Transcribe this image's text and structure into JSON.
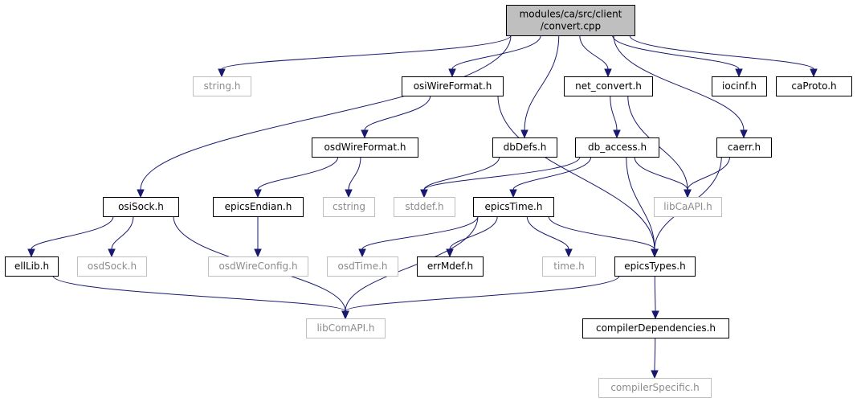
{
  "diagram": {
    "colors": {
      "edge": "#191970",
      "root_fill": "#bfbfbf",
      "node_border": "#000000",
      "external_border": "#bfbfbf",
      "external_text": "#8c8c8c",
      "text": "#000000"
    },
    "nodes": [
      {
        "id": "convert",
        "lines": [
          "modules/ca/src/client",
          "/convert.cpp"
        ],
        "kind": "root"
      },
      {
        "id": "string_h",
        "lines": [
          "string.h"
        ],
        "kind": "external"
      },
      {
        "id": "osiWireFormat_h",
        "lines": [
          "osiWireFormat.h"
        ],
        "kind": "local"
      },
      {
        "id": "net_convert_h",
        "lines": [
          "net_convert.h"
        ],
        "kind": "local"
      },
      {
        "id": "iocinf_h",
        "lines": [
          "iocinf.h"
        ],
        "kind": "local"
      },
      {
        "id": "caProto_h",
        "lines": [
          "caProto.h"
        ],
        "kind": "local"
      },
      {
        "id": "osdWireFormat_h",
        "lines": [
          "osdWireFormat.h"
        ],
        "kind": "local"
      },
      {
        "id": "dbDefs_h",
        "lines": [
          "dbDefs.h"
        ],
        "kind": "local"
      },
      {
        "id": "db_access_h",
        "lines": [
          "db_access.h"
        ],
        "kind": "local"
      },
      {
        "id": "caerr_h",
        "lines": [
          "caerr.h"
        ],
        "kind": "local"
      },
      {
        "id": "osiSock_h",
        "lines": [
          "osiSock.h"
        ],
        "kind": "local"
      },
      {
        "id": "epicsEndian_h",
        "lines": [
          "epicsEndian.h"
        ],
        "kind": "local"
      },
      {
        "id": "cstring",
        "lines": [
          "cstring"
        ],
        "kind": "external"
      },
      {
        "id": "stddef_h",
        "lines": [
          "stddef.h"
        ],
        "kind": "external"
      },
      {
        "id": "epicsTime_h",
        "lines": [
          "epicsTime.h"
        ],
        "kind": "local"
      },
      {
        "id": "libCaAPI_h",
        "lines": [
          "libCaAPI.h"
        ],
        "kind": "external"
      },
      {
        "id": "ellLib_h",
        "lines": [
          "ellLib.h"
        ],
        "kind": "local"
      },
      {
        "id": "osdSock_h",
        "lines": [
          "osdSock.h"
        ],
        "kind": "external"
      },
      {
        "id": "osdWireConfig_h",
        "lines": [
          "osdWireConfig.h"
        ],
        "kind": "external"
      },
      {
        "id": "osdTime_h",
        "lines": [
          "osdTime.h"
        ],
        "kind": "external"
      },
      {
        "id": "errMdef_h",
        "lines": [
          "errMdef.h"
        ],
        "kind": "local"
      },
      {
        "id": "time_h",
        "lines": [
          "time.h"
        ],
        "kind": "external"
      },
      {
        "id": "epicsTypes_h",
        "lines": [
          "epicsTypes.h"
        ],
        "kind": "local"
      },
      {
        "id": "libComAPI_h",
        "lines": [
          "libComAPI.h"
        ],
        "kind": "external"
      },
      {
        "id": "compilerDependencies_h",
        "lines": [
          "compilerDependencies.h"
        ],
        "kind": "local"
      },
      {
        "id": "compilerSpecific_h",
        "lines": [
          "compilerSpecific.h"
        ],
        "kind": "external"
      }
    ],
    "edges": [
      [
        "convert",
        "string_h"
      ],
      [
        "convert",
        "osiWireFormat_h"
      ],
      [
        "convert",
        "net_convert_h"
      ],
      [
        "convert",
        "iocinf_h"
      ],
      [
        "convert",
        "caProto_h"
      ],
      [
        "convert",
        "dbDefs_h"
      ],
      [
        "convert",
        "caerr_h"
      ],
      [
        "convert",
        "osiSock_h"
      ],
      [
        "osiWireFormat_h",
        "osdWireFormat_h"
      ],
      [
        "osiWireFormat_h",
        "epicsTypes_h"
      ],
      [
        "osdWireFormat_h",
        "epicsEndian_h"
      ],
      [
        "osdWireFormat_h",
        "cstring"
      ],
      [
        "epicsEndian_h",
        "osdWireConfig_h"
      ],
      [
        "net_convert_h",
        "db_access_h"
      ],
      [
        "net_convert_h",
        "libCaAPI_h"
      ],
      [
        "dbDefs_h",
        "stddef_h"
      ],
      [
        "db_access_h",
        "stddef_h"
      ],
      [
        "db_access_h",
        "epicsTime_h"
      ],
      [
        "db_access_h",
        "libCaAPI_h"
      ],
      [
        "db_access_h",
        "epicsTypes_h"
      ],
      [
        "caerr_h",
        "libCaAPI_h"
      ],
      [
        "caerr_h",
        "epicsTypes_h"
      ],
      [
        "osiSock_h",
        "ellLib_h"
      ],
      [
        "osiSock_h",
        "osdSock_h"
      ],
      [
        "osiSock_h",
        "libComAPI_h"
      ],
      [
        "ellLib_h",
        "libComAPI_h"
      ],
      [
        "epicsTime_h",
        "osdTime_h"
      ],
      [
        "epicsTime_h",
        "errMdef_h"
      ],
      [
        "epicsTime_h",
        "time_h"
      ],
      [
        "epicsTime_h",
        "epicsTypes_h"
      ],
      [
        "epicsTime_h",
        "libComAPI_h"
      ],
      [
        "epicsTypes_h",
        "libComAPI_h"
      ],
      [
        "epicsTypes_h",
        "compilerDependencies_h"
      ],
      [
        "compilerDependencies_h",
        "compilerSpecific_h"
      ]
    ]
  }
}
